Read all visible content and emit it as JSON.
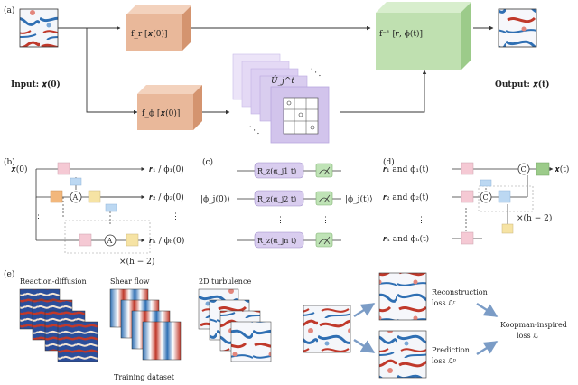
{
  "panels": {
    "a": "(a)",
    "b": "(b)",
    "c": "(c)",
    "d": "(d)",
    "e": "(e)"
  },
  "a": {
    "input_label": "Input: 𝒙(0)",
    "output_label": "Output: 𝒙(t)",
    "f_r": "f_r [𝒙(0)]",
    "f_phi": "f_ϕ [𝒙(0)]",
    "f_inv": "f⁻¹ [𝒓, ϕ(t)]",
    "u_label": "Û_j^t",
    "dots1": "· · ·",
    "dots2": "· · ·"
  },
  "b": {
    "input": "𝒙(0)",
    "out1": "𝒓₁ / ϕ₁(0)",
    "out2": "𝒓₂ / ϕ₂(0)",
    "outh": "𝒓ₕ / ϕₕ(0)",
    "vdots": "⋮",
    "repeat": "×(h − 2)",
    "node": "A"
  },
  "c": {
    "rz1": "R_z(α_j1 t)",
    "rz2": "R_z(α_j2 t)",
    "rzn": "R_z(α_jn t)",
    "in_state": "|ϕ_j(0)⟩",
    "out_state": "|ϕ_j(t)⟩",
    "vdots": "⋮"
  },
  "d": {
    "row1": "𝒓₁ and ϕ₁(t)",
    "row2": "𝒓₂ and ϕ₂(t)",
    "rowh": "𝒓ₕ and ϕₕ(t)",
    "out": "𝒙(t)",
    "repeat": "×(h − 2)",
    "node": "C",
    "vdots": "⋮"
  },
  "e": {
    "rd": "Reaction-diffusion",
    "shear": "Shear flow",
    "turb": "2D turbulence",
    "training": "Training dataset",
    "recon1": "Reconstruction",
    "recon2": "loss  ℒʳ",
    "pred1": "Prediction",
    "pred2": "loss  ℒᵖ",
    "koop1": "Koopman-inspired",
    "koop2": "loss  ℒ"
  },
  "colors": {
    "encoder": "#e9b89a",
    "encoder_dark": "#d4946f",
    "decoder": "#bfe0b0",
    "decoder_dark": "#9ccb8a",
    "unitary": "#d9cdef",
    "unitary_dark": "#b9a8e0",
    "pink": "#f5c9d4",
    "blue": "#bcd8f2",
    "yellow": "#f6e3a4",
    "orange": "#f2b77c",
    "green": "#bfe3b6",
    "field_red": "#c0392b",
    "field_blue": "#2f6fb3"
  }
}
